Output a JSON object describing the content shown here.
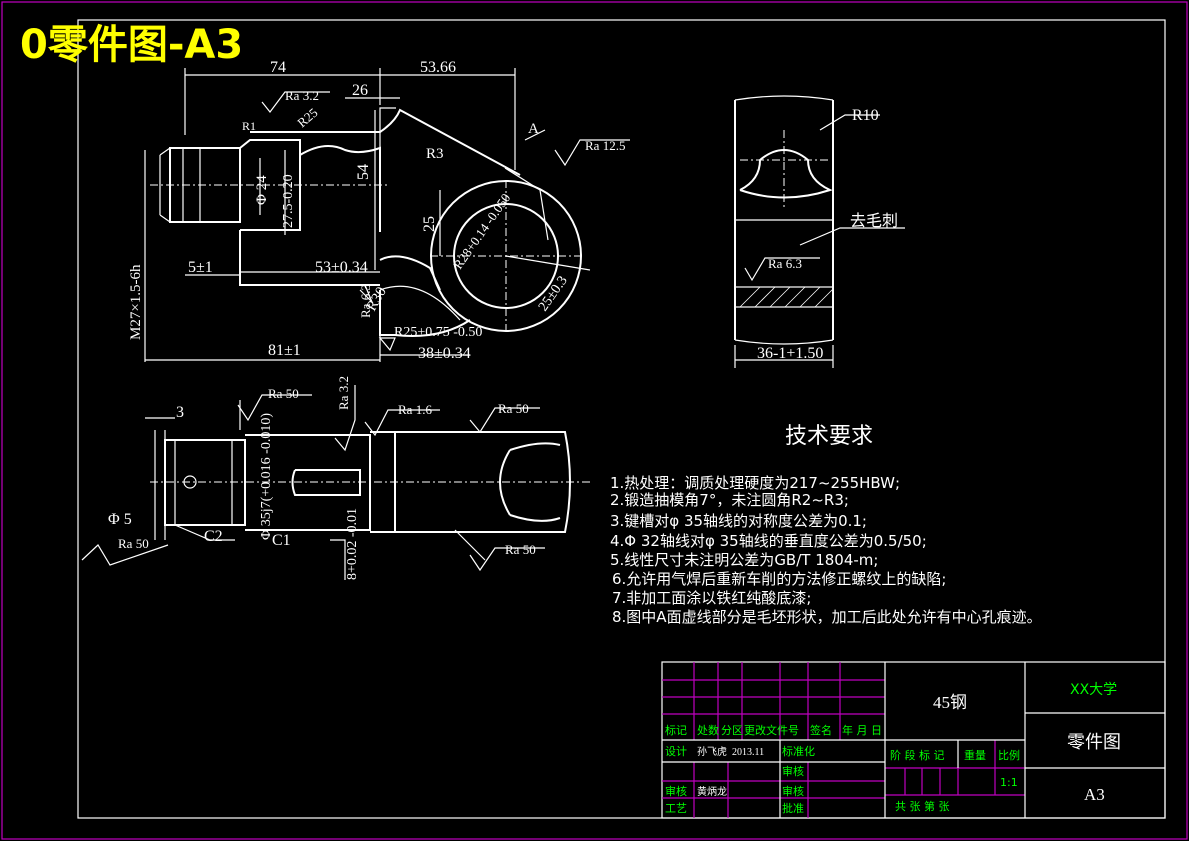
{
  "title": "0零件图-A3",
  "colors": {
    "background": "#000000",
    "line": "#ffffff",
    "title": "#ffff00",
    "table_border": "#c000c0",
    "table_text": "#00ff00"
  },
  "top_view": {
    "dims": [
      "74",
      "53.66",
      "26",
      "54",
      "25",
      "Φ 24",
      "27.5-0.20",
      "5±1",
      "53±0.34",
      "81±1",
      "38±0.34",
      "R3",
      "R1",
      "R25",
      "R30",
      "R25+0.75 -0.50",
      "R28+0.14 -0.050",
      "25±0.3",
      "M27×1.5-6h",
      "A"
    ],
    "roughness": [
      "Ra 3.2",
      "Ra 12.5",
      "Ra 6.3"
    ]
  },
  "side_view": {
    "dims": [
      "R10",
      "36-1+1.50"
    ],
    "labels": [
      "去毛刺"
    ],
    "roughness": [
      "Ra 6.3"
    ]
  },
  "bottom_view": {
    "dims": [
      "3",
      "Φ 5",
      "C2",
      "C1",
      "Φ 35j7(+0.016 -0.010)",
      "8+0.02 -0.01"
    ],
    "roughness": [
      "Ra 50",
      "Ra 3.2",
      "Ra 1.6",
      "Ra 50",
      "Ra 50",
      "Ra 50"
    ]
  },
  "tech_req": {
    "heading": "技术要求",
    "items": [
      "1.热处理：调质处理硬度为217~255HBW;",
      "2.锻造抽模角7°，未注圆角R2~R3;",
      "3.键槽对φ 35轴线的对称度公差为0.1;",
      "4.Φ 32轴线对φ 35轴线的垂直度公差为0.5/50;",
      "5.线性尺寸未注明公差为GB/T 1804-m;",
      "6.允许用气焊后重新车削的方法修正螺纹上的缺陷;",
      "7.非加工面涂以铁红纯酸底漆;",
      "8.图中A面虚线部分是毛坯形状，加工后此处允许有中心孔痕迹。"
    ]
  },
  "title_block": {
    "material": "45钢",
    "school": "XX大学",
    "drawing_name": "零件图",
    "size": "A3",
    "row_labels": [
      "标记",
      "处数",
      "分区",
      "更改文件号",
      "签名",
      "年 月 日"
    ],
    "designer_label": "设计",
    "designer": "孙飞虎",
    "date": "2013.11",
    "standardize": "标准化",
    "check": "审核",
    "checker": "黄炳龙",
    "craft": "工艺",
    "review": "审核",
    "approve": "批准",
    "stage_headers": [
      "阶 段 标 记",
      "重量",
      "比例"
    ],
    "scale": "1:1",
    "sheets": "共  张  第  张"
  }
}
